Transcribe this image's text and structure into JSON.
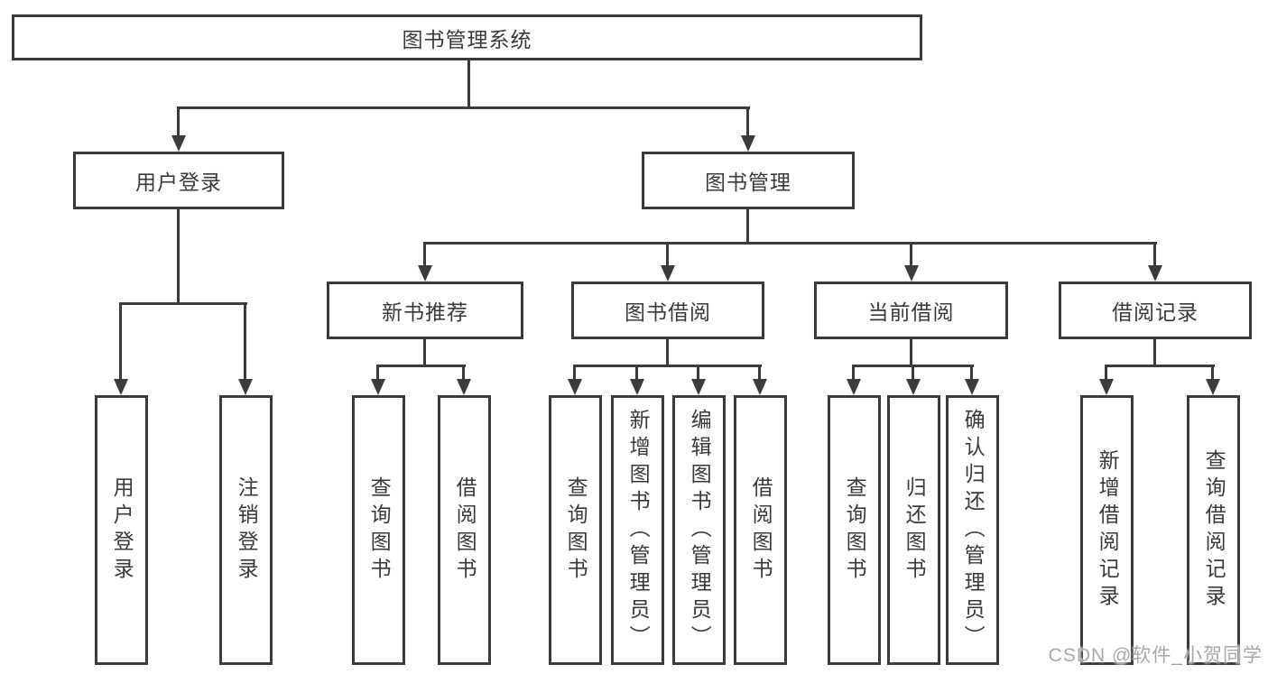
{
  "tree": {
    "root": {
      "label": "图书管理系统"
    },
    "user_login": {
      "label": "用户登录",
      "children": {
        "login": {
          "label": "用户登录"
        },
        "logout": {
          "label": "注销登录"
        }
      }
    },
    "book_management": {
      "label": "图书管理",
      "sections": {
        "new_book_recommend": {
          "label": "新书推荐",
          "children": {
            "query_books": {
              "label": "查询图书"
            },
            "borrow_books": {
              "label": "借阅图书"
            }
          }
        },
        "book_borrowing": {
          "label": "图书借阅",
          "children": {
            "query_books": {
              "label": "查询图书"
            },
            "add_book_admin": {
              "label": "新增图书（管理员）"
            },
            "edit_book_admin": {
              "label": "编辑图书（管理员）"
            },
            "borrow_books": {
              "label": "借阅图书"
            }
          }
        },
        "current_borrowing": {
          "label": "当前借阅",
          "children": {
            "query_books": {
              "label": "查询图书"
            },
            "return_books": {
              "label": "归还图书"
            },
            "confirm_return_admin": {
              "label": "确认归还（管理员）"
            }
          }
        },
        "borrow_records": {
          "label": "借阅记录",
          "children": {
            "add_borrow_record": {
              "label": "新增借阅记录"
            },
            "query_borrow_record": {
              "label": "查询借阅记录"
            }
          }
        }
      }
    }
  },
  "watermark": {
    "text": "CSDN @软件_小贺同学"
  },
  "colors": {
    "line": "#3b3b3b",
    "box_border": "#3b3b3b",
    "text": "#3a3a3a",
    "background": "#ffffff",
    "watermark": "#a8a8a8"
  }
}
